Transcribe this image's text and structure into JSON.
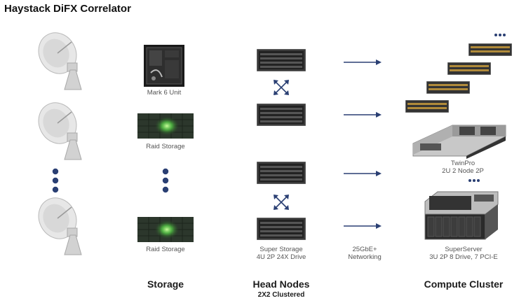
{
  "title": "Haystack DiFX Correlator",
  "captions": {
    "mark6": "Mark 6 Unit",
    "raid1": "Raid Storage",
    "raid2": "Raid Storage",
    "super_storage_line1": "Super Storage",
    "super_storage_line2": "4U 2P 24X Drive",
    "network_line1": "25GbE+",
    "network_line2": "Networking",
    "twinpro_line1": "TwinPro",
    "twinpro_line2": "2U 2 Node 2P",
    "superserver_line1": "SuperServer",
    "superserver_line2": "3U 2P 8 Drive, 7 PCI-E"
  },
  "columns": {
    "storage": "Storage",
    "head_nodes": "Head Nodes",
    "head_nodes_sub": "2X2 Clustered",
    "compute": "Compute Cluster"
  },
  "colors": {
    "accent": "#2a3f73",
    "server": "#2b2b2b",
    "raid_glow": "#7dff5a"
  }
}
